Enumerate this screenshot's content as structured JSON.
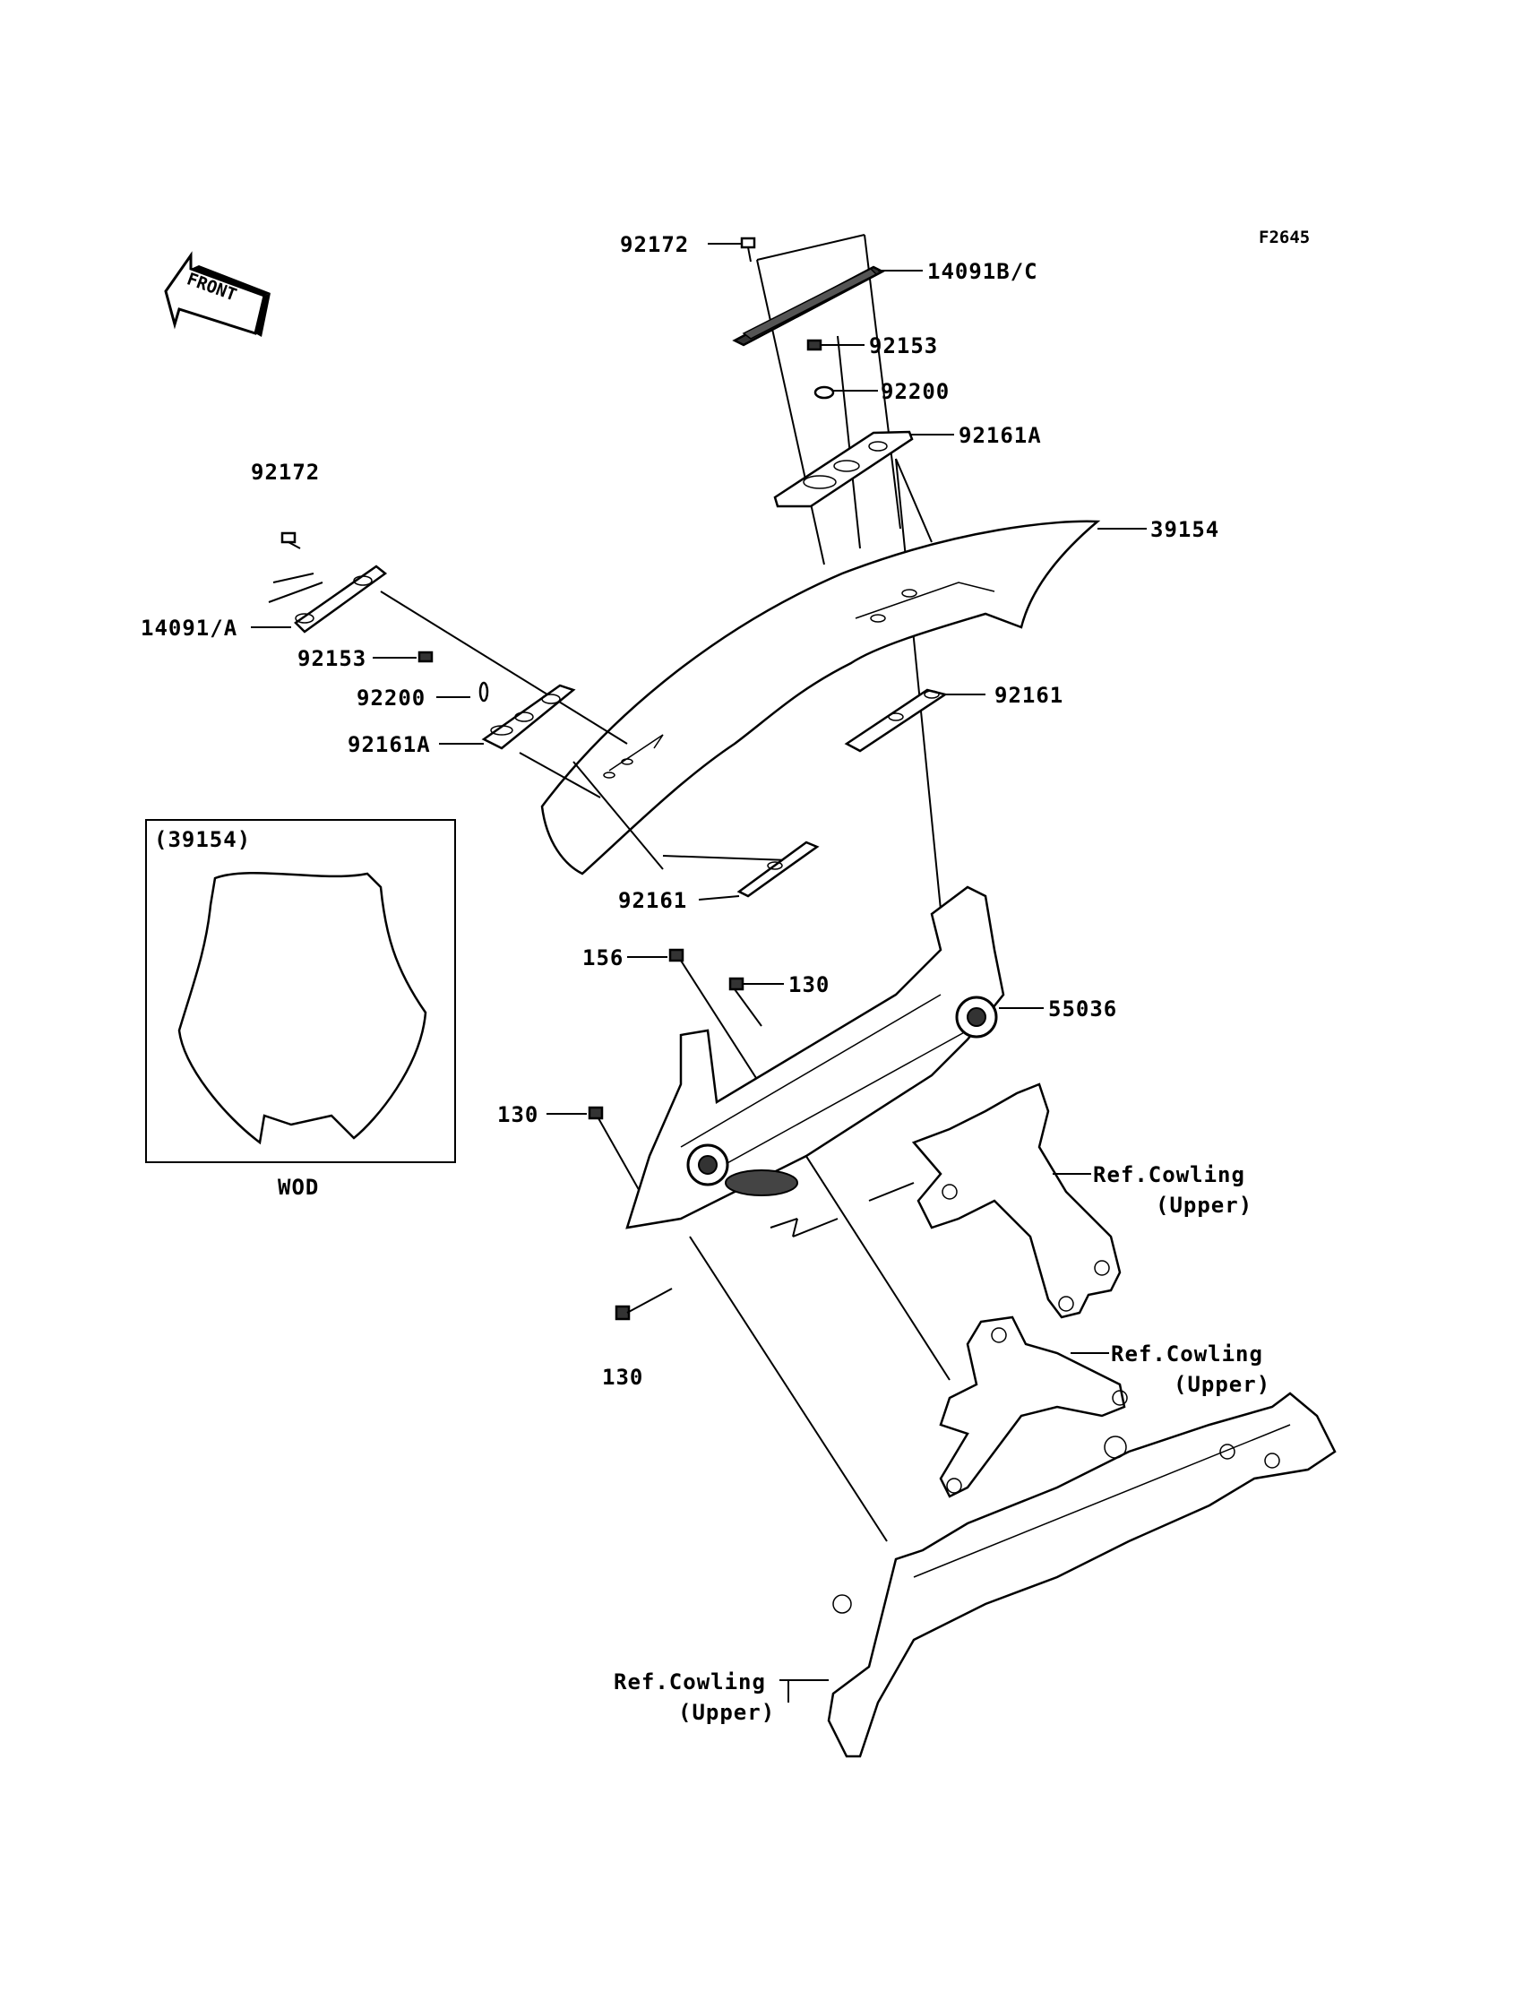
{
  "figure_code": "F2645",
  "front_arrow": {
    "text": "FRONT"
  },
  "inset": {
    "ref_label": "(39154)",
    "caption": "WOD"
  },
  "labels": {
    "p92172_top": "92172",
    "p14091bc": "14091B/C",
    "p92153_top": "92153",
    "p92200_top": "92200",
    "p92161a_top": "92161A",
    "p39154": "39154",
    "p92172_left": "92172",
    "p14091a": "14091/A",
    "p92153_left": "92153",
    "p92200_left": "92200",
    "p92161a_left": "92161A",
    "p92161_right": "92161",
    "p92161_lower": "92161",
    "p156": "156",
    "p130_a": "130",
    "p55036": "55036",
    "p130_b": "130",
    "p130_c": "130",
    "ref_cowling_1": "Ref.Cowling",
    "ref_cowling_1b": "(Upper)",
    "ref_cowling_2": "Ref.Cowling",
    "ref_cowling_2b": "(Upper)",
    "ref_cowling_3": "Ref.Cowling",
    "ref_cowling_3b": "(Upper)"
  }
}
